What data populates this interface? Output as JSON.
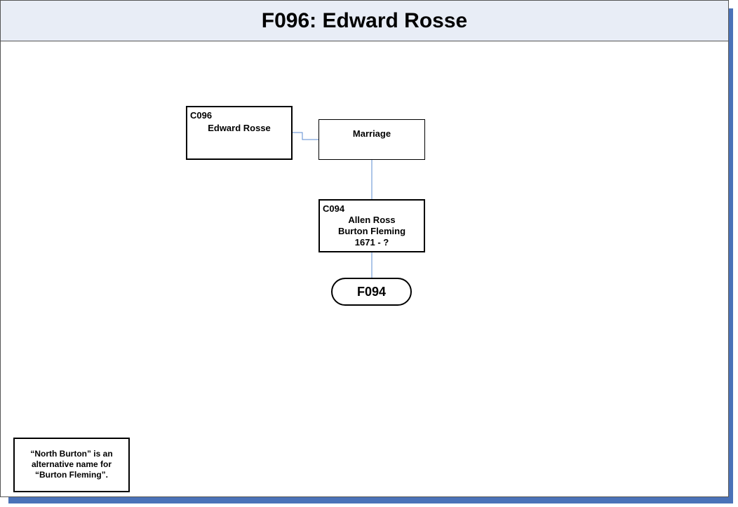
{
  "title": "F096: Edward Rosse",
  "nodes": {
    "edward": {
      "code": "C096",
      "lines": [
        "Edward Rosse"
      ]
    },
    "marriage": {
      "label": "Marriage"
    },
    "allen": {
      "code": "C094",
      "lines": [
        "Allen Ross",
        "Burton Fleming",
        "1671 - ?"
      ]
    },
    "link": {
      "label": "F094"
    }
  },
  "note": {
    "lines": [
      "“North Burton” is an",
      "alternative name for",
      "“Burton Fleming”."
    ]
  },
  "colors": {
    "shadow": "#4a72b8",
    "title_bg": "#e8edf6",
    "connector_line": "#5b8bd0"
  }
}
